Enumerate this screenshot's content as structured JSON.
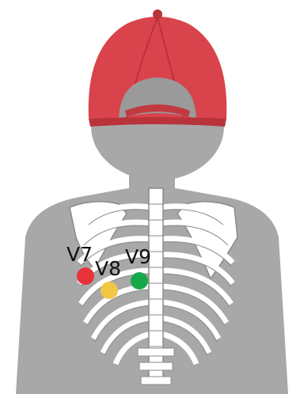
{
  "colors": {
    "background": "#ffffff",
    "body": "#a8a8a8",
    "cap": "#d9434b",
    "cap_shadow": "#b8333a",
    "cap_underside": "#9a9a9a",
    "skeleton": "#ffffff",
    "skeleton_outline": "#8a8a8a"
  },
  "electrodes": [
    {
      "label": "V7",
      "color": "#e8323a"
    },
    {
      "label": "V8",
      "color": "#f2c744"
    },
    {
      "label": "V9",
      "color": "#17a84b"
    }
  ]
}
